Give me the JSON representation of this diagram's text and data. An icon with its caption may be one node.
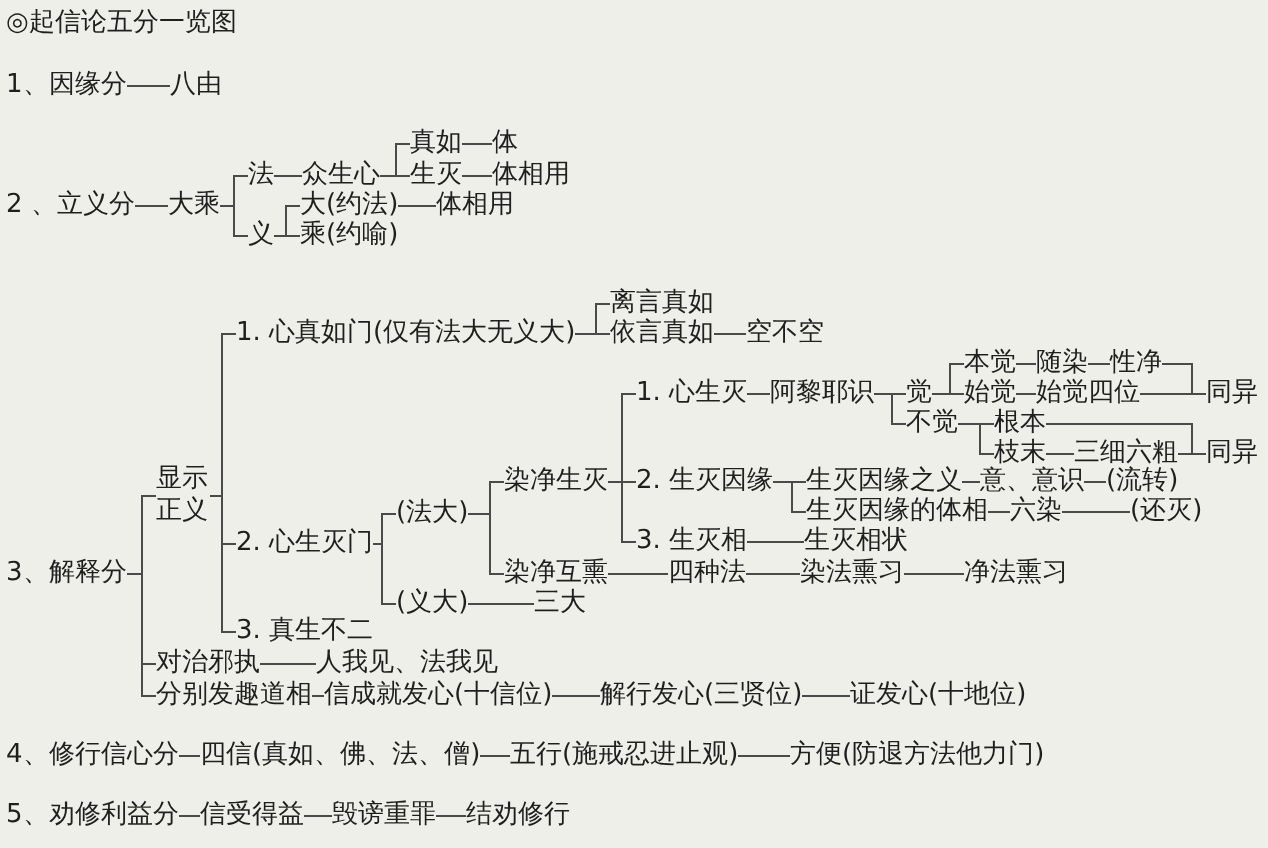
{
  "diagram": {
    "title": "◎起信论五分一览图",
    "nodes": [
      {
        "text": [
          "1、因缘分"
        ]
      },
      {
        "text": [
          "八由"
        ]
      },
      {
        "text": [
          "2 、立义分"
        ]
      },
      {
        "text": [
          "大乘"
        ]
      },
      {
        "text": [
          "法"
        ]
      },
      {
        "text": [
          "众生心"
        ]
      },
      {
        "text": [
          "真如"
        ]
      },
      {
        "text": [
          "体"
        ]
      },
      {
        "text": [
          "生灭"
        ]
      },
      {
        "text": [
          "体相用"
        ]
      },
      {
        "text": [
          "义"
        ]
      },
      {
        "text": [
          "大(约法)"
        ]
      },
      {
        "text": [
          "体相用"
        ]
      },
      {
        "text": [
          "乘(约喻)"
        ]
      },
      {
        "text": [
          "3、解释分"
        ]
      },
      {
        "text": [
          "显示正义"
        ]
      },
      {
        "text": [
          "1. 心真如门(仅有法大无义大)"
        ]
      },
      {
        "text": [
          "离言真如"
        ]
      },
      {
        "text": [
          "依言真如"
        ]
      },
      {
        "text": [
          "空不空"
        ]
      },
      {
        "text": [
          "2. 心生灭门"
        ]
      },
      {
        "text": [
          "(法大)"
        ]
      },
      {
        "text": [
          "染净生灭"
        ]
      },
      {
        "text": [
          "1. 心生灭"
        ]
      },
      {
        "text": [
          "阿黎耶识"
        ]
      },
      {
        "text": [
          "觉"
        ]
      },
      {
        "text": [
          "本觉"
        ]
      },
      {
        "text": [
          "随染"
        ]
      },
      {
        "text": [
          "性净"
        ]
      },
      {
        "text": [
          "始觉"
        ]
      },
      {
        "text": [
          "始觉四位"
        ]
      },
      {
        "text": [
          "同异"
        ]
      },
      {
        "text": [
          "不觉"
        ]
      },
      {
        "text": [
          "根本"
        ]
      },
      {
        "text": [
          "枝末"
        ]
      },
      {
        "text": [
          "三细六粗"
        ]
      },
      {
        "text": [
          "同异"
        ]
      },
      {
        "text": [
          "2. 生灭因缘"
        ]
      },
      {
        "text": [
          "生灭因缘之义"
        ]
      },
      {
        "text": [
          "意、意识"
        ]
      },
      {
        "text": [
          "(流转)"
        ]
      },
      {
        "text": [
          "生灭因缘的体相"
        ]
      },
      {
        "text": [
          "六染"
        ]
      },
      {
        "text": [
          "(还灭)"
        ]
      },
      {
        "text": [
          "3. 生灭相"
        ]
      },
      {
        "text": [
          "生灭相状"
        ]
      },
      {
        "text": [
          "染净互熏"
        ]
      },
      {
        "text": [
          "四种法"
        ]
      },
      {
        "text": [
          "染法熏习"
        ]
      },
      {
        "text": [
          "净法熏习"
        ]
      },
      {
        "text": [
          "(义大)"
        ]
      },
      {
        "text": [
          "三大"
        ]
      },
      {
        "text": [
          "3. 真生不二"
        ]
      },
      {
        "text": [
          "对治邪执"
        ]
      },
      {
        "text": [
          "人我见、法我见"
        ]
      },
      {
        "text": [
          "分别发趣道相"
        ]
      },
      {
        "text": [
          "信成就发心(十信位)"
        ]
      },
      {
        "text": [
          "解行发心(三贤位)"
        ]
      },
      {
        "text": [
          "证发心(十地位)"
        ]
      },
      {
        "text": [
          "4、修行信心分"
        ]
      },
      {
        "text": [
          "四信(真如、佛、法、僧)"
        ]
      },
      {
        "text": [
          "五行(施戒忍进止观)"
        ]
      },
      {
        "text": [
          "方便(防退方法他力门)"
        ]
      },
      {
        "text": [
          "5、劝修利益分"
        ]
      },
      {
        "text": [
          "信受得益"
        ]
      },
      {
        "text": [
          "毁谤重罪"
        ]
      },
      {
        "text": [
          "结劝修行"
        ]
      }
    ],
    "edges": [
      {
        "from": 0,
        "to": 1,
        "arrow": "none"
      },
      {
        "from": 2,
        "to": 3,
        "arrow": "none"
      },
      {
        "from": 3,
        "to": 4,
        "arrow": "none"
      },
      {
        "from": 3,
        "to": 10,
        "arrow": "none"
      },
      {
        "from": 4,
        "to": 5,
        "arrow": "none"
      },
      {
        "from": 5,
        "to": 6,
        "arrow": "none"
      },
      {
        "from": 5,
        "to": 8,
        "arrow": "none"
      },
      {
        "from": 6,
        "to": 7,
        "arrow": "none"
      },
      {
        "from": 8,
        "to": 9,
        "arrow": "none"
      },
      {
        "from": 10,
        "to": 11,
        "arrow": "none"
      },
      {
        "from": 10,
        "to": 13,
        "arrow": "none"
      },
      {
        "from": 11,
        "to": 12,
        "arrow": "none"
      },
      {
        "from": 14,
        "to": 15,
        "arrow": "none"
      },
      {
        "from": 14,
        "to": 53,
        "arrow": "none"
      },
      {
        "from": 14,
        "to": 55,
        "arrow": "none"
      },
      {
        "from": 15,
        "to": 16,
        "arrow": "none"
      },
      {
        "from": 15,
        "to": 20,
        "arrow": "none"
      },
      {
        "from": 15,
        "to": 52,
        "arrow": "none"
      },
      {
        "from": 16,
        "to": 17,
        "arrow": "none"
      },
      {
        "from": 16,
        "to": 18,
        "arrow": "none"
      },
      {
        "from": 18,
        "to": 19,
        "arrow": "none"
      },
      {
        "from": 20,
        "to": 21,
        "arrow": "none"
      },
      {
        "from": 20,
        "to": 50,
        "arrow": "none"
      },
      {
        "from": 21,
        "to": 22,
        "arrow": "none"
      },
      {
        "from": 21,
        "to": 46,
        "arrow": "none"
      },
      {
        "from": 22,
        "to": 23,
        "arrow": "none"
      },
      {
        "from": 22,
        "to": 37,
        "arrow": "none"
      },
      {
        "from": 22,
        "to": 44,
        "arrow": "none"
      },
      {
        "from": 23,
        "to": 24,
        "arrow": "none"
      },
      {
        "from": 24,
        "to": 25,
        "arrow": "none"
      },
      {
        "from": 24,
        "to": 32,
        "arrow": "none"
      },
      {
        "from": 25,
        "to": 26,
        "arrow": "none"
      },
      {
        "from": 25,
        "to": 29,
        "arrow": "none"
      },
      {
        "from": 26,
        "to": 27,
        "arrow": "none"
      },
      {
        "from": 27,
        "to": 28,
        "arrow": "none"
      },
      {
        "from": 28,
        "to": 31,
        "arrow": "none"
      },
      {
        "from": 29,
        "to": 30,
        "arrow": "none"
      },
      {
        "from": 30,
        "to": 31,
        "arrow": "none"
      },
      {
        "from": 32,
        "to": 33,
        "arrow": "none"
      },
      {
        "from": 32,
        "to": 34,
        "arrow": "none"
      },
      {
        "from": 33,
        "to": 36,
        "arrow": "none"
      },
      {
        "from": 34,
        "to": 35,
        "arrow": "none"
      },
      {
        "from": 35,
        "to": 36,
        "arrow": "none"
      },
      {
        "from": 37,
        "to": 38,
        "arrow": "none"
      },
      {
        "from": 37,
        "to": 41,
        "arrow": "none"
      },
      {
        "from": 38,
        "to": 39,
        "arrow": "none"
      },
      {
        "from": 39,
        "to": 40,
        "arrow": "none"
      },
      {
        "from": 41,
        "to": 42,
        "arrow": "none"
      },
      {
        "from": 42,
        "to": 43,
        "arrow": "none"
      },
      {
        "from": 44,
        "to": 45,
        "arrow": "none"
      },
      {
        "from": 46,
        "to": 47,
        "arrow": "none"
      },
      {
        "from": 47,
        "to": 48,
        "arrow": "none"
      },
      {
        "from": 48,
        "to": 49,
        "arrow": "none"
      },
      {
        "from": 50,
        "to": 51,
        "arrow": "none"
      },
      {
        "from": 53,
        "to": 54,
        "arrow": "none"
      },
      {
        "from": 55,
        "to": 56,
        "arrow": "none"
      },
      {
        "from": 56,
        "to": 57,
        "arrow": "none"
      },
      {
        "from": 57,
        "to": 58,
        "arrow": "none"
      },
      {
        "from": 59,
        "to": 60,
        "arrow": "none"
      },
      {
        "from": 60,
        "to": 61,
        "arrow": "none"
      },
      {
        "from": 61,
        "to": 62,
        "arrow": "none"
      },
      {
        "from": 63,
        "to": 64,
        "arrow": "none"
      },
      {
        "from": 64,
        "to": 65,
        "arrow": "none"
      },
      {
        "from": 65,
        "to": 66,
        "arrow": "none"
      }
    ]
  }
}
